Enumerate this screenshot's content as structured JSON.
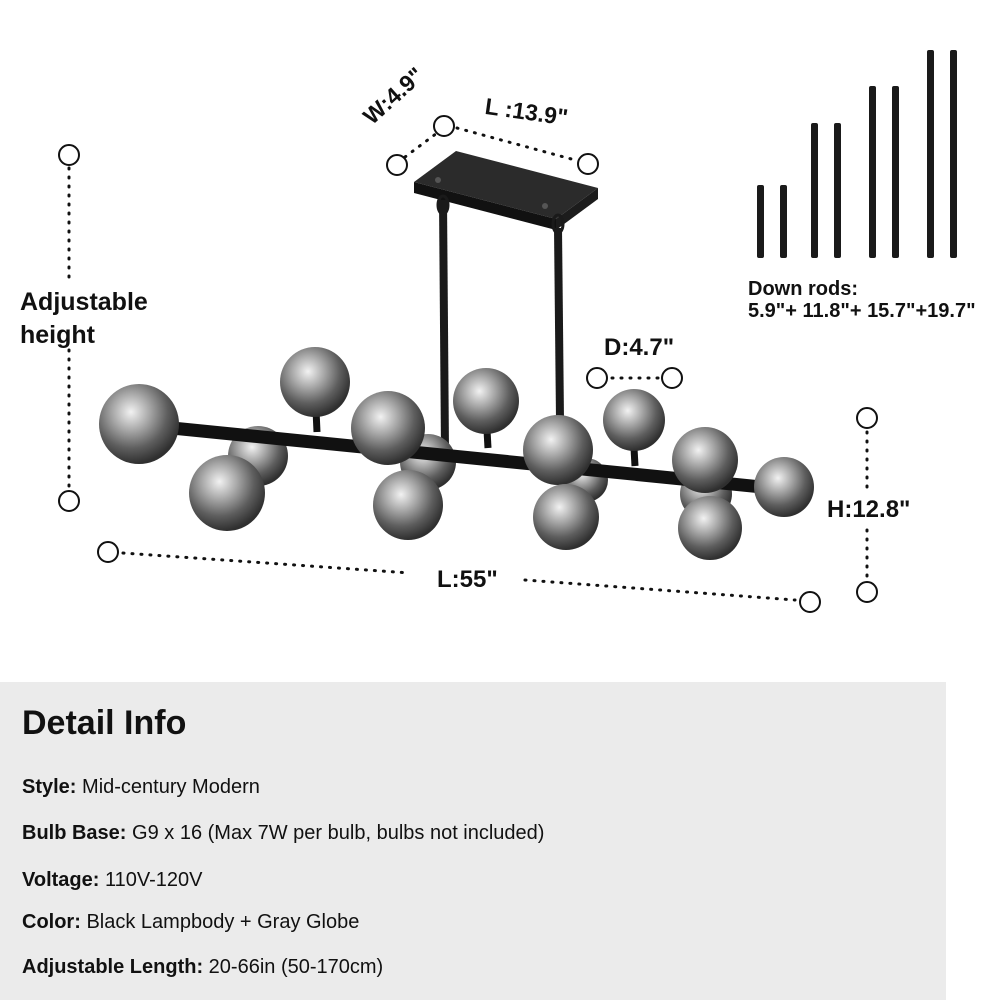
{
  "dimensions": {
    "adjustable_height": "Adjustable\nheight",
    "width": "W:4.9\"",
    "canopy_length": "L :13.9\"",
    "globe_diameter": "D:4.7\"",
    "height": "H:12.8\"",
    "length": "L:55\""
  },
  "down_rods": {
    "title": "Down rods:",
    "values": "5.9\"+ 11.8\"+ 15.7\"+19.7\""
  },
  "colors": {
    "lampbody": "#1a1a1a",
    "globe": "#8a8a8a",
    "panel_bg": "#ebebeb"
  },
  "detail": {
    "title": "Detail Info",
    "specs": [
      {
        "key": "Style:",
        "value": "Mid-century Modern"
      },
      {
        "key": "Bulb Base:",
        "value": "G9 x 16 (Max 7W per bulb, bulbs not included)"
      },
      {
        "key": "Voltage:",
        "value": "110V-120V"
      },
      {
        "key": "Color:",
        "value": "Black Lampbody + Gray Globe"
      },
      {
        "key": "Adjustable Length:",
        "value": "20-66in (50-170cm)"
      }
    ]
  }
}
